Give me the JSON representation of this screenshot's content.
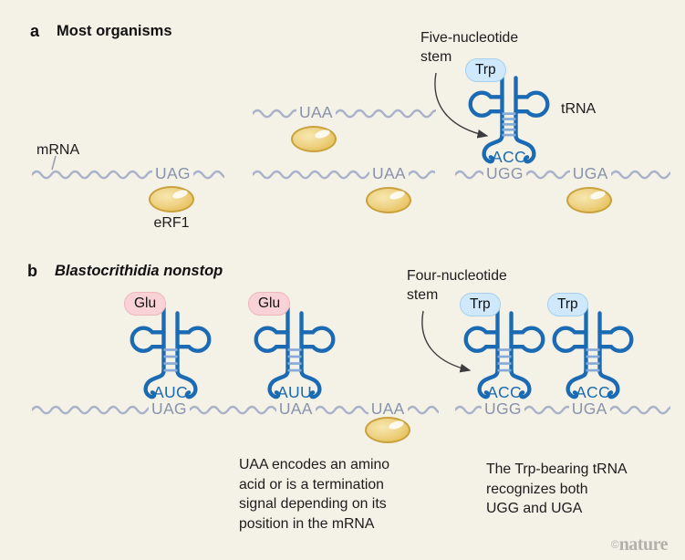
{
  "panels": {
    "a": {
      "label": "a",
      "title": "Most organisms",
      "stem_annotation": "Five-nucleotide\nstem",
      "mrna_label": "mRNA",
      "trna_label": "tRNA",
      "erf1_label": "eRF1",
      "amino_acid": "Trp",
      "anticodon": "ACC",
      "codons": {
        "uag": "UAG",
        "uaa_mid": "UAA",
        "uaa_end": "UAA",
        "ugg": "UGG",
        "uga": "UGA"
      }
    },
    "b": {
      "label": "b",
      "title": "Blastocrithidia nonstop",
      "stem_annotation": "Four-nucleotide\nstem",
      "amino_acid_glu_1": "Glu",
      "amino_acid_glu_2": "Glu",
      "amino_acid_trp_1": "Trp",
      "amino_acid_trp_2": "Trp",
      "anticodon_1": "AUC",
      "anticodon_2": "AUU",
      "anticodon_3": "ACC",
      "anticodon_4": "ACC",
      "codons": {
        "uag": "UAG",
        "uaa_1": "UAA",
        "uaa_2": "UAA",
        "ugg": "UGG",
        "uga": "UGA"
      },
      "caption_left": "UAA encodes an amino\nacid or is a termination\nsignal depending on its\nposition in the mRNA",
      "caption_right": "The Trp-bearing tRNA\nrecognizes both\nUGG and UGA"
    }
  },
  "credit": {
    "symbol": "©",
    "name": "nature"
  },
  "colors": {
    "background": "#f4f1e7",
    "trna_blue": "#1a6bb3",
    "stem_rung_blue": "#87abd8",
    "mrna_wave_gray": "#a9b2c8",
    "codon_gray": "#8893ab",
    "trp_badge_blue": "#cfe8fb",
    "glu_badge_pink": "#f8d2d6",
    "erf1_gold": "#eccf78",
    "erf1_border_gold": "#c9a23e"
  }
}
